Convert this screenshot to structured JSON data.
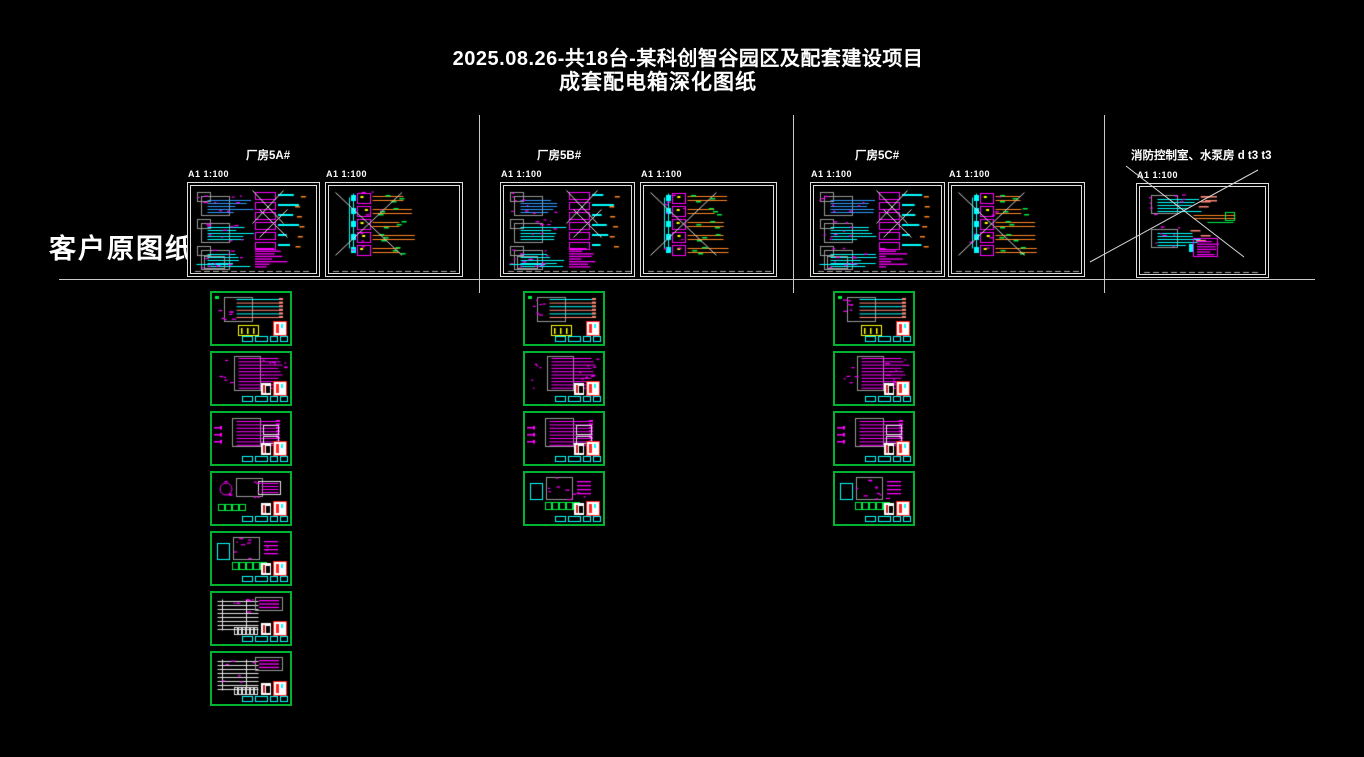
{
  "page": {
    "title_line1": "2025.08.26-共18台-某科创智谷园区及配套建设项目",
    "title_line2": "成套配电箱深化图纸",
    "side_label": "客户原图纸"
  },
  "colors": {
    "background": "#000000",
    "text": "#ffffff",
    "divider": "#c9c9c9",
    "sheet_border": "#dfdfdf",
    "detail_sheet_border": "#00b432",
    "cad_cyan": "#00ffff",
    "cad_magenta": "#ff00ff",
    "cad_orange": "#ff8622",
    "cad_green": "#00ee44",
    "cad_salmon": "#ff8878",
    "cad_yellow": "#ffff00",
    "cad_red": "#ff2222",
    "cad_gray": "#999999"
  },
  "groups": [
    {
      "label": "厂房5A#",
      "sheets": [
        {
          "scale": "A1 1:100",
          "crossed": false
        },
        {
          "scale": "A1 1:100",
          "crossed": true
        }
      ],
      "detail_count": 7
    },
    {
      "label": "厂房5B#",
      "sheets": [
        {
          "scale": "A1 1:100",
          "crossed": false
        },
        {
          "scale": "A1 1:100",
          "crossed": true
        }
      ],
      "detail_count": 4
    },
    {
      "label": "厂房5C#",
      "sheets": [
        {
          "scale": "A1 1:100",
          "crossed": false
        },
        {
          "scale": "A1 1:100",
          "crossed": true
        }
      ],
      "detail_count": 4
    },
    {
      "label": "消防控制室、水泵房 d t3 t3",
      "sheets": [
        {
          "scale": "A1 1:100",
          "crossed": true
        }
      ],
      "detail_count": 0
    }
  ]
}
